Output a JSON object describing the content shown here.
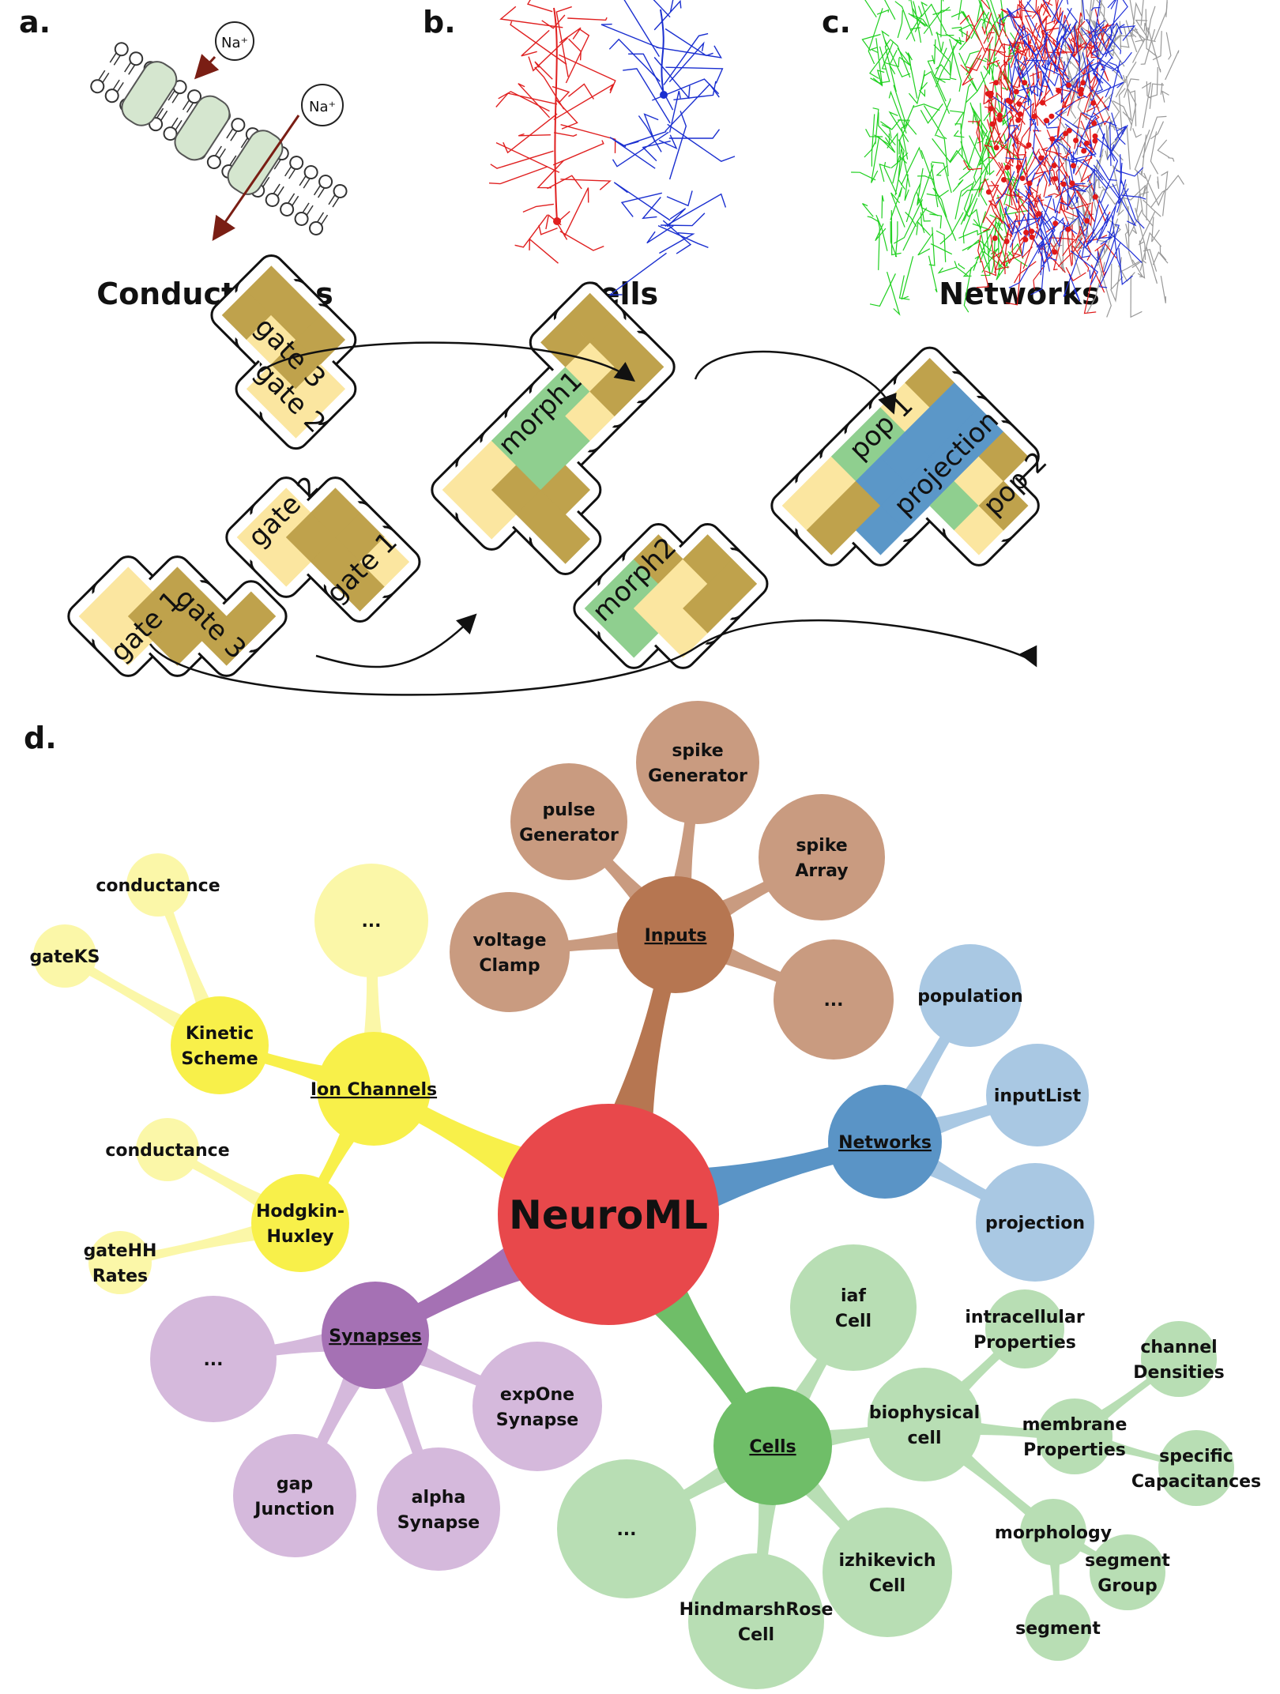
{
  "panels": {
    "a": {
      "letter": "a.",
      "title": "Conductances",
      "ion1": "Na⁺",
      "ion2": "Na⁺"
    },
    "b": {
      "letter": "b.",
      "title": "Cells"
    },
    "c": {
      "letter": "c.",
      "title": "Networks"
    },
    "d": {
      "letter": "d."
    }
  },
  "tiles": {
    "gate3_top": "gate 3",
    "gate2_top": "gate 2",
    "gate3_left": "gate 3",
    "gate1_left": "gate 1",
    "gate2_mid": "gate 2",
    "gate1_mid": "gate 1",
    "morph1": "morph1",
    "morph2": "morph2",
    "pop1": "pop 1",
    "projection": "projection",
    "pop2": "pop 2"
  },
  "mindmap": {
    "center": "NeuroML",
    "inputs": {
      "hub": "Inputs",
      "items": [
        [
          "pulse",
          "Generator"
        ],
        [
          "spike",
          "Generator"
        ],
        [
          "spike",
          "Array"
        ],
        [
          "voltage",
          "Clamp"
        ],
        [
          "..."
        ]
      ]
    },
    "ion_channels": {
      "hub": "Ion Channels",
      "kinetic": [
        "Kinetic",
        "Scheme"
      ],
      "hh": [
        "Hodgkin-",
        "Huxley"
      ],
      "conductance1": "conductance",
      "gateKS": "gateKS",
      "more": "...",
      "conductance2": "conductance",
      "gateHH": [
        "gateHH",
        "Rates"
      ]
    },
    "networks": {
      "hub": "Networks",
      "items": [
        "population",
        "inputList",
        "projection"
      ]
    },
    "synapses": {
      "hub": "Synapses",
      "items": [
        [
          "..."
        ],
        [
          "expOne",
          "Synapse"
        ],
        [
          "gap",
          "Junction"
        ],
        [
          "alpha",
          "Synapse"
        ]
      ]
    },
    "cells": {
      "hub": "Cells",
      "iaf": [
        "iaf",
        "Cell"
      ],
      "biophysical": [
        "biophysical",
        "cell"
      ],
      "izhikevich": [
        "izhikevich",
        "Cell"
      ],
      "hindmarsh": [
        "HindmarshRose",
        "Cell"
      ],
      "more": "...",
      "intracellular": [
        "intracellular",
        "Properties"
      ],
      "membrane": [
        "membrane",
        "Properties"
      ],
      "morphology": "morphology",
      "channel": [
        "channel",
        "Densities"
      ],
      "specific": [
        "specific",
        "Capacitances"
      ],
      "segmentGroup": [
        "segment",
        "Group"
      ],
      "segment": "segment"
    }
  },
  "colors": {
    "inputs": "#b67651",
    "inputs_light": "#c99b80",
    "ion": "#f8f04a",
    "ion_light": "#fbf7a8",
    "networks": "#5a94c6",
    "networks_light": "#a9c8e3",
    "synapses": "#a571b4",
    "synapses_light": "#d5b9dc",
    "cells": "#6fbe68",
    "cells_light": "#b8deb4",
    "center": "#e8484b",
    "tile_light": "#fbe6a0",
    "tile_dark": "#bfa24c",
    "tile_green": "#8fcf8f",
    "tile_blue": "#5b97c8"
  }
}
